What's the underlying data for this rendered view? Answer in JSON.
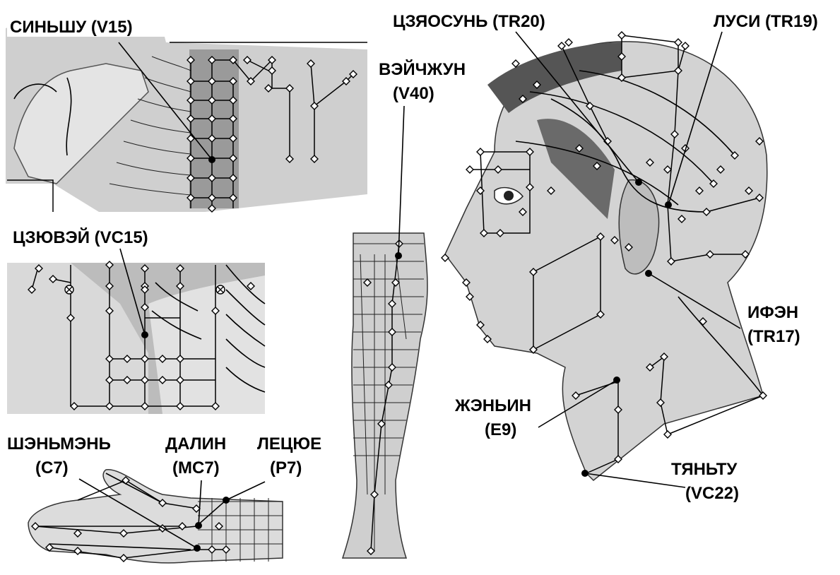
{
  "labels": {
    "sinshu": "СИНЬШУ (V15)",
    "czyovey": "ЦЗЮВЭЙ (VC15)",
    "shenmen_1": "ШЭНЬМЭНЬ",
    "shenmen_2": "(С7)",
    "dalin_1": "ДАЛИН",
    "dalin_2": "(МС7)",
    "lecyuye_1": "ЛЕЦЮЕ",
    "lecyuye_2": "(Р7)",
    "weizhun_1": "ВЭЙЧЖУН",
    "weizhun_2": "(V40)",
    "czyaosun": "ЦЗЯОСУНЬ (TR20)",
    "lusi": "ЛУСИ (TR19)",
    "ifen_1": "ИФЭН",
    "ifen_2": "(TR17)",
    "zhenyin_1": "ЖЭНЬИН",
    "zhenyin_2": "(E9)",
    "tyantu_1": "ТЯНЬТУ",
    "tyantu_2": "(VC22)"
  },
  "colors": {
    "text": "#000000",
    "background": "#ffffff",
    "body_light": "#e6e6e6",
    "body_mid": "#c2c2c2",
    "body_dark": "#8a8a8a",
    "point_fill": "#ffffff",
    "highlight_point": "#000000"
  },
  "icons": {
    "acupoint": "diamond-marker",
    "target_point": "filled-circle",
    "cross_point": "circled-x"
  }
}
